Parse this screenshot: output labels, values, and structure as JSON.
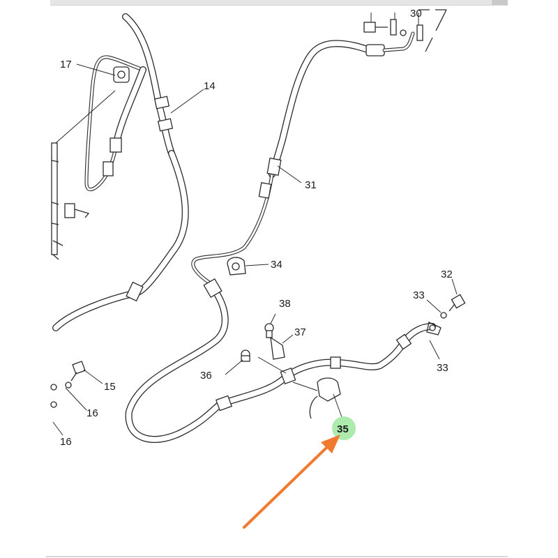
{
  "diagram": {
    "callouts": [
      {
        "id": "c17",
        "label": "17"
      },
      {
        "id": "c14",
        "label": "14"
      },
      {
        "id": "c31",
        "label": "31"
      },
      {
        "id": "c34",
        "label": "34"
      },
      {
        "id": "c32",
        "label": "32"
      },
      {
        "id": "c33a",
        "label": "33"
      },
      {
        "id": "c33b",
        "label": "33"
      },
      {
        "id": "c38",
        "label": "38"
      },
      {
        "id": "c37",
        "label": "37"
      },
      {
        "id": "c36",
        "label": "36"
      },
      {
        "id": "c15",
        "label": "15"
      },
      {
        "id": "c16a",
        "label": "16"
      },
      {
        "id": "c16b",
        "label": "16"
      },
      {
        "id": "c35",
        "label": "35"
      },
      {
        "id": "c30",
        "label": "30"
      }
    ],
    "highlight": {
      "label": "35",
      "color": "#7be07b"
    },
    "arrow": {
      "color": "#f07a30",
      "points_to": "35"
    },
    "line_color": "#2a2a2a"
  }
}
